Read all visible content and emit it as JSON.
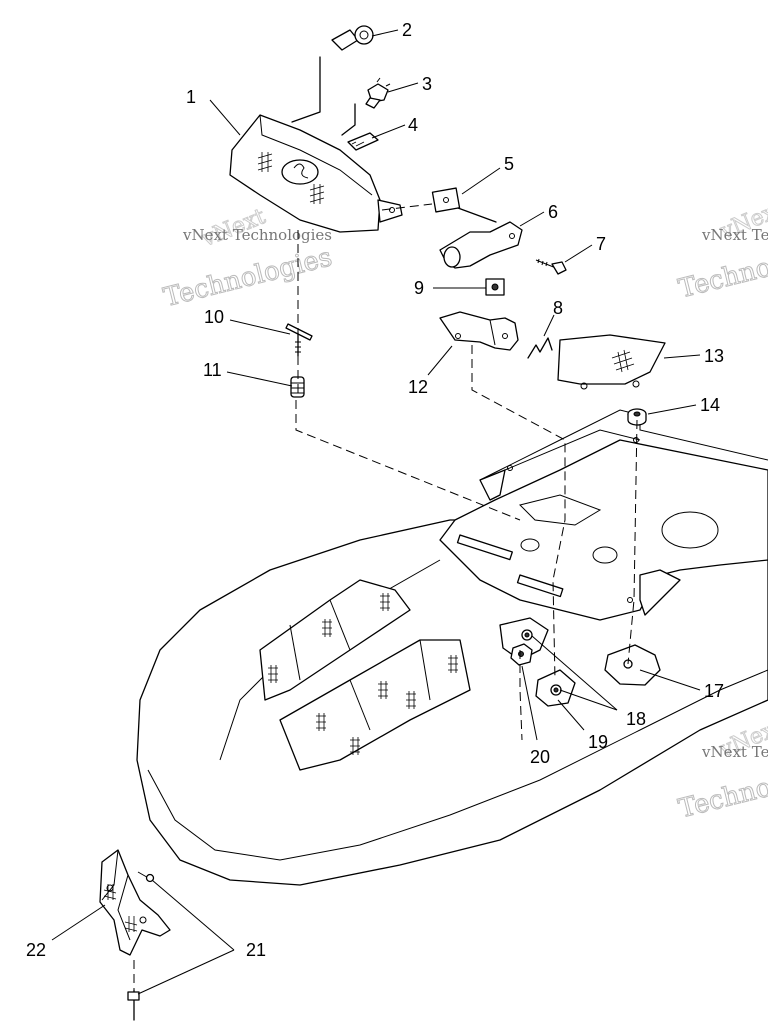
{
  "callouts": {
    "c1": "1",
    "c2": "2",
    "c3": "3",
    "c4": "4",
    "c5": "5",
    "c6": "6",
    "c7": "7",
    "c8": "8",
    "c9": "9",
    "c10": "10",
    "c11": "11",
    "c12": "12",
    "c13": "13",
    "c14": "14",
    "c17": "17",
    "c18": "18",
    "c19": "19",
    "c20": "20",
    "c21": "21",
    "c22": "22"
  },
  "watermark": {
    "company": "vNext Technologies",
    "brand_top": "vNext",
    "brand_bottom": "Technologies"
  }
}
